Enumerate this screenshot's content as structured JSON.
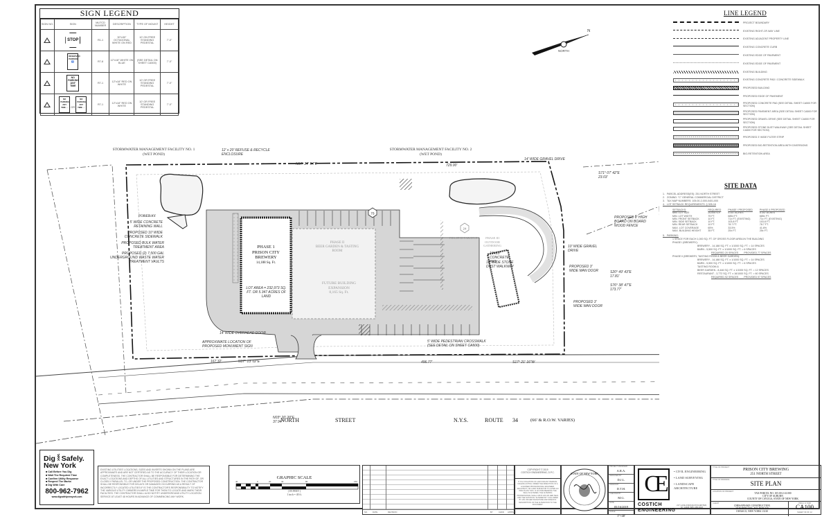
{
  "sign_legend": {
    "title": "SIGN LEGEND",
    "headers": [
      "SIGN NO.",
      "SIGN",
      "MUTCD NUMBER",
      "DESCRIPTION",
      "TYPE OF MOUNT",
      "HEIGHT"
    ],
    "rows": [
      {
        "no": "1",
        "sign_text": "STOP",
        "mutcd": "R1-1",
        "description": "30\"x30\" OCTAGONAL WHITE ON RED",
        "mount": "10' ON FREE STANDING PEDESTAL",
        "height": "7'-0\""
      },
      {
        "no": "2",
        "sign_text": "RESERVED PARKING ♿",
        "mutcd": "R7-8",
        "description": "12\"x18\" WHITE ON BLUE",
        "mount": "(SEE DETAIL ON SHEET CA500)",
        "height": "7'-0\""
      },
      {
        "no": "3",
        "sign_text": "NO PARKING ANY TIME",
        "mutcd": "R7-1",
        "description": "12\"x18\" RED ON WHITE",
        "mount": "10' OR FREE STANDING PEDESTAL",
        "height": "7'-0\""
      },
      {
        "no": "4",
        "sign_text": "NO PARKING ANY TIME ← OR →",
        "mutcd": "R7-1",
        "description": "12\"x18\" RED ON WHITE",
        "mount": "10' OR FREE STANDING PEDESTAL",
        "height": "7'-0\""
      }
    ],
    "or_label": "OR"
  },
  "north_arrow": {
    "label": "NORTH",
    "letter": "N"
  },
  "line_legend": {
    "title": "LINE LEGEND",
    "items": [
      {
        "label": "PROJECT BOUNDARY",
        "style": "dash-long-thick"
      },
      {
        "label": "EXISTING RIGHT-OF-WAY LINE",
        "style": "dash-long"
      },
      {
        "label": "EXISTING ADJACENT PROPERTY LINE",
        "style": "dash-long-thin"
      },
      {
        "label": "EXISTING CONCRETE CURB",
        "style": "solid"
      },
      {
        "label": "EXISTING EDGE OF PAVEMENT",
        "style": "solid-thin"
      },
      {
        "label": "EXISTING EDGE OF PAVEMENT",
        "style": "dotted"
      },
      {
        "label": "EXISTING BUILDING",
        "style": "hatch"
      },
      {
        "label": "EXISTING CONCRETE PAD / CONCRETE SIDEWALK",
        "style": "box-speckle"
      },
      {
        "label": "PROPOSED BUILDING",
        "style": "box-zigzag"
      },
      {
        "label": "PROPOSED EDGE OF PAVEMENT",
        "style": "solid"
      },
      {
        "label": "PROPOSED CONCRETE PAD (SEE DETAIL SHEET CA500 FOR SECTION)",
        "style": "box-speckle"
      },
      {
        "label": "PROPOSED PAVEMENT AREA (SEE DETAIL SHEET CA500 FOR SECTION)",
        "style": "box-gray"
      },
      {
        "label": "PROPOSED GRAVEL DRIVE (SEE DETAIL SHEET CA500 FOR SECTION)",
        "style": "box-white"
      },
      {
        "label": "PROPOSED STONE DUST WALKWAY (SEE DETAIL SHEET CA500 FOR SECTION)",
        "style": "box-white"
      },
      {
        "label": "PROPOSED 3' WIDE FILTER STRIP",
        "style": "box-lightdots"
      },
      {
        "label": "PROPOSED BIO-RETENTION AREA WITH DIVERSIONS",
        "style": "box-darkdots"
      },
      {
        "label": "BIO-RETENTION AREA",
        "style": "box-lightdots"
      }
    ]
  },
  "site_data": {
    "title": "SITE DATA",
    "items": [
      {
        "num": "1.",
        "text": "PARCEL ADDRESS(ES): 251 NORTH STREET"
      },
      {
        "num": "2.",
        "text": "ZONING: \"C\" GENERAL COMMERCIAL DISTRICT"
      },
      {
        "num": "3.",
        "text": "TAX MAP NUMBERS: 105.00-2-000-0401-000"
      },
      {
        "num": "4.",
        "text": "LOT SETBACK REQUIREMENTS: § 305-16"
      }
    ],
    "setbacks": {
      "heading": "SETBACKS:",
      "columns": [
        "REQUIRED",
        "PHASE I PROPOSED",
        "PHASE II PROPOSED"
      ],
      "rows": [
        [
          "MIN. LOT SIZE",
          "20,000 S.F.",
          "5.347 ACRES",
          "5.347 ACRES"
        ],
        [
          "MIN. LOT WIDTH",
          "75 FT.",
          "685± FT.",
          "685± FT."
        ],
        [
          "MIN. FRONT SETBACK",
          "10 FT.",
          "71± FT. (EXISTING)",
          "71± FT. (EXISTING)"
        ],
        [
          "MIN. SIDE SETBACK",
          "10 FT.",
          "103.8 FT.",
          "103.8 FT."
        ],
        [
          "MIN. REAR SETBACK",
          "10 FT.",
          "78.7 FT.",
          "78.7 FT."
        ],
        [
          "MAX. LOT COVERAGE",
          "65%",
          "33.5%",
          "41.6%"
        ],
        [
          "MAX. BUILDING HEIGHT",
          "35 FT.",
          "25± FT.",
          "25± FT."
        ]
      ]
    },
    "parking": {
      "num": "5.",
      "heading": "PARKING:",
      "rule": "1 SPACE FOR EACH 1,000 SQ. FT. OF GROSS FLOOR AREA IN THE BUILDING",
      "phase1_heading": "PHASE I (BREWERY):",
      "phase1_calc": [
        "BREWERY - 14,188 SQ. FT. x 1/1000 SQ. FT. = 14 SPACES",
        "BARN - 5,500 SQ. FT. x 1/1000 SQ. FT. = 6 SPACES"
      ],
      "phase1_required": "REQUIRED 20 SPACES",
      "phase1_provided": "PROVIDED 77 SPACES",
      "phase2_heading": "PHASE II (BREWERY, TASTING ROOM & BEER GARDEN):",
      "phase2_calc": [
        "BREWERY - 14,188 SQ. FT. x 1/1000 SQ. FT. = 14 SPACES",
        "BARN - 5,500 SQ. FT. x 1/1000 SQ. FT. = 6 SPACES",
        "TASTING ROOM &",
        "BEER GARDEN - 8,446 SQ. FT. x 1/1000 SQ. FT. = 12 SPACES",
        "RESTAURANT - 3,772 SQ. FT. x 16/1000 SQ. FT. = 60 SPACES"
      ],
      "phase2_required": "REQUIRED 92 SPACES",
      "phase2_provided": "PROVIDED 97 SPACES"
    }
  },
  "plan": {
    "labels": {
      "swm1": "STORMWATER MANAGEMENT FACILITY NO. 1 (WET POND)",
      "swm2": "STORMWATER MANAGEMENT FACILITY NO. 2 (WET POND)",
      "dumpster": "12' x 20' REFUSE & RECYCLE ENCLOSURE",
      "forebay": "FOREBAY",
      "retaining": "5' WIDE CONCRETE RETAINING WALL",
      "sidewalk": "PROPOSED 10' WIDE CONCRETE SIDEWALK",
      "bulk_water": "PROPOSED BULK WATER TREATMENT AREA",
      "vaults": "PROPOSED (2) 7,500 GAL UNDERGROUND WASTE WATER TREATMENT VAULTS",
      "phase1_title": "PHASE 1",
      "phase1_name": "PRISON CITY BREWERY",
      "phase1_area": "14,188 Sq. Ft.",
      "lot_area": "LOT AREA = 232,973 SQ. FT. OR 5.347 ACRES OF LAND",
      "phase2_title": "PHASE II",
      "phase2_name": "BEER GARDEN & TASTING ROOM",
      "future_title": "FUTURE BUILDING EXPANSION",
      "future_area": "8,165 Sq. Ft.",
      "phase3_parking": "PHASE III PARKING",
      "phase3_outdoor": "PHASE III OUTDOOR GATHERING",
      "gravel_drive": "14' WIDE GRAVEL DRIVE",
      "gravel_drive2": "10' WIDE GRAVEL DRIVE",
      "board_fence": "PROPOSED 8' HIGH BOARD ON BOARD WOOD FENCE",
      "man_door1": "PROPOSED 3' WIDE MAN DOOR",
      "man_door2": "PROPOSED 3' WIDE MAN DOOR",
      "crosswalk": "5' WIDE PEDESTRIAN CROSSWALK (SEE DETAIL ON SHEET CA500)",
      "overhead_door": "14' WIDE OVERHEAD DOOR",
      "monument_sign": "APPROXIMATE LOCATION OF PROPOSED MONUMENT SIGN",
      "concrete_pad": "10'x10' CONCRETE PAD",
      "stone_walkway": "10' WIDE STONE DUST WALKWAY",
      "bearing_top": "N17° 27' 54\"E",
      "dist_top": "729.00'",
      "bearing_bottom_left": "N17° 13' 02\"E",
      "dist_bottom_left": "167.32'",
      "dist_bottom": "496.77'",
      "bearing_bottom_right": "S17° 21' 16\"W",
      "bearing_right1": "S71° 07' 42\"E",
      "dist_right1": "23.03'",
      "bearing_right2": "S20° 49' 43\"E",
      "dist_right2": "17.81'",
      "bearing_right3": "S76° 38' 47\"E",
      "dist_right3": "173.77'",
      "bearing_left": "N03° 20' 20\"E",
      "dist_left": "37.94'",
      "road_north": "NORTH",
      "road_street": "STREET",
      "road_nys": "N.Y.S.",
      "road_route": "ROUTE",
      "road_num": "34",
      "road_row": "(66' & R.O.W. VARIES)",
      "hex_73": "73",
      "hex_24": "24"
    }
  },
  "dig_safely": {
    "brand_line1": "Dig",
    "brand_line2": "Safely.",
    "brand_line3": "New York",
    "steps": [
      "Call Before You Dig",
      "Wait The Required Time",
      "Confirm Utility Response",
      "Respect The Marks",
      "Dig With Care"
    ],
    "phone": "800-962-7962",
    "website": "www.digsafelynewyork.com"
  },
  "utility_note": "EXISTING UTILITIES' LOCATIONS, SIZES AND INVERTS SHOWN ON THE PLANS ARE APPROXIMATE AND ARE NOT CERTIFIED AS TO THE ACCURACY OF THEIR LOCATION OR COMPLETENESS. THE CONTRACTOR SHALL BE RESPONSIBLE FOR DETERMINING THE EXACT LOCATIONS AND DEPTHS OF ALL UTILITIES AND STRUCTURES IN THE PATH OF, OR CLOSELY PARALLEL TO, OR UNDER THE PROPOSED CONSTRUCTION. THE CONTRACTOR SHALL BE RESPONSIBLE FOR DELAYS OR DAMAGES OCCURRING AS A RESULT OF INCORRECTLY LOCATED UTILITIES IF IS THE CONTRACTOR'S RESPONSIBILITY TO NOTIFY THE VARIOUS UTILITY OWNERS IN AMPLE TIME FOR THEM TO LOCATE AND MARK THEIR FACILITIES. THE CONTRACTOR SHALL ALSO NOTIFY UNDERGROUND UTILITY LOCATION SERVICE AT LEAST 48 HOURS IN ADVANCE OF COMMENCING ANY WORK.",
  "graphic_scale": {
    "title": "GRAPHIC SCALE",
    "ticks": [
      "40",
      "0",
      "20",
      "40",
      "80",
      "160"
    ],
    "unit": "( IN FEET )",
    "ratio": "1 inch = 40 ft."
  },
  "revisions": {
    "headers": [
      "NO.",
      "DATE",
      "REVISION",
      "BY",
      "CHKD",
      "APPRVD"
    ]
  },
  "copyright": {
    "line1": "COPYRIGHT © 2019",
    "line2": "COSTICH ENGINEERING, D.P.C.",
    "notice": "IT IS A VIOLATION OF LAW FOR ANY PERSON, UNLESS ACTING UNDER THE DIRECTION OF A LICENSED PROFESSIONAL ENGINEER, ARCHITECT, OR LAND SURVEYOR TO ALTER AN ITEM IN ANY WAY. IF AN ITEM BEARING THE SEAL IS ALTERED, THE ALTERING PROFESSIONAL SHALL AFFIX HIS OR HER SEAL AND THE NOTATION \"ALTERED BY\" FOLLOWED BY HIS OR HER SIGNATURE AND SPECIFIC DESCRIPTION OF THE ALTERATION TO THE DOCUMENT."
  },
  "seal": {
    "text": "STATE OF NEW YORK"
  },
  "project_meta": [
    {
      "caption": "PROJECT MANAGER",
      "value": "A.R.A."
    },
    {
      "caption": "DESIGNED BY",
      "value": "D.J.L."
    },
    {
      "caption": "DRAWN BY",
      "value": "D.T.H."
    },
    {
      "caption": "CHECKED BY",
      "value": "M.G."
    },
    {
      "caption": "DATE",
      "value": "05/16/2019"
    },
    {
      "caption": "SCALE",
      "value": "1\"=40'"
    }
  ],
  "firm": {
    "monogram": "CE",
    "name_line1": "COSTICH",
    "name_line2": "ENGINEERING",
    "services": [
      "• CIVIL ENGINEERING",
      "• LAND SURVEYING",
      "• LANDSCAPE ARCHITECTURE"
    ],
    "address": "217 LAKE AVENUE ROCHESTER, NY 14608 (585) 458-3020"
  },
  "title_block": {
    "project_caption": "TITLE OF PROJECT",
    "project_line1": "PRISON CITY BREWING",
    "project_line2": "251 NORTH STREET",
    "drawing_caption": "TITLE OF DRAWING",
    "drawing_title": "SITE PLAN",
    "location_caption": "LOCATION OF PROJECT",
    "location_lines": [
      "TAX PARCEL NO. 105.00-2-41.000",
      "CITY OF AUBURN",
      "COUNTY OF CAYUGA, STATE OF NEW YORK"
    ],
    "client_caption": "CLIENT",
    "client_lines": [
      "CHESAPEAKE CONSTRUCTION",
      "18 NORTH AVE., P.O. BOX 315",
      "OWASCO, NEW YORK 13130"
    ],
    "project_no": "7158",
    "project_no_caption": "PROJ. #",
    "sheet_number": "CA100",
    "sheet_of": "SHEET 09 OF 12"
  }
}
